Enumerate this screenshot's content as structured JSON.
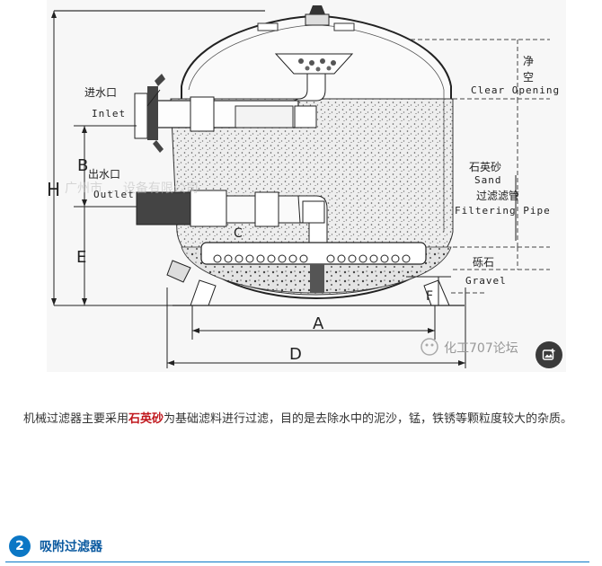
{
  "diagram": {
    "labels": {
      "inlet_cn": "进水口",
      "inlet_en": "Inlet",
      "outlet_cn": "出水口",
      "outlet_en": "Outlet",
      "clear_cn_1": "净",
      "clear_cn_2": "空",
      "clear_en": "Clear Opening",
      "sand_cn": "石英砂",
      "sand_en": "Sand",
      "pipe_cn": "过滤滤管",
      "pipe_en": "Filtering Pipe",
      "gravel_cn": "砾石",
      "gravel_en": "Gravel",
      "dim_h": "H",
      "dim_b": "B",
      "dim_e": "E",
      "dim_c": "C",
      "dim_f": "F",
      "dim_a": "A",
      "dim_d": "D"
    },
    "watermark_center": "广州市 … 设备有限公司",
    "watermark_brand": "化工707论坛"
  },
  "article": {
    "para_prefix": "机械过滤器主要采用",
    "para_highlight": "石英砂",
    "para_suffix": "为基础滤料进行过滤，目的是去除水中的泥沙，锰，铁锈等颗粒度较大的杂质。"
  },
  "section": {
    "number": "2",
    "title": "吸附过滤器"
  },
  "icons": {
    "edit": "image-edit-icon"
  },
  "colors": {
    "accent": "#0b77c5",
    "highlight": "#c0161c"
  }
}
